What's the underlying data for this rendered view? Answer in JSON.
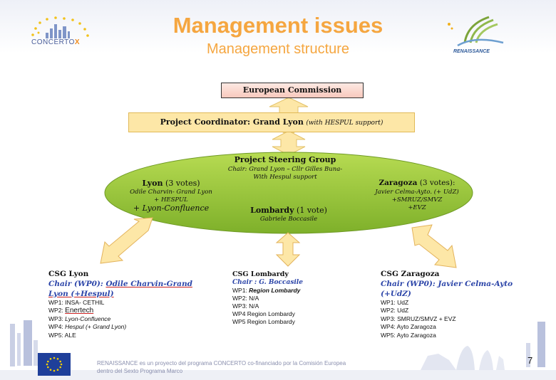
{
  "header": {
    "title": "Management issues",
    "subtitle": "Management structure",
    "left_logo_text": "CONCERTO",
    "left_logo_accent": "X",
    "right_logo_text": "RENAISSANCE"
  },
  "diagram": {
    "european_commission": "European Commission",
    "project_coordinator": {
      "label": "Project Coordinator",
      "value": ": Grand Lyon",
      "note": "(with HESPUL support)"
    },
    "steering_group": {
      "title": "Project Steering Group",
      "chair_line1": "Chair: Grand Lyon –  Cllr Gilles Buna-",
      "chair_line2": "With Hespul support"
    },
    "lyon": {
      "name": "Lyon",
      "votes": "(3 votes)",
      "line1": "Odile Charvin- Grand Lyon",
      "line2": "+ HESPUL",
      "line3": "+ Lyon-Confluence"
    },
    "zaragoza": {
      "name": "Zaragoza",
      "votes": "(3 votes):",
      "line1": "Javier Celma-Ayto. (+ UdZ)",
      "line2": "+SMRUZ/SMVZ",
      "line3": "+EVZ"
    },
    "lombardy": {
      "name": "Lombardy",
      "votes": "(1 vote)",
      "line1": "Gabriele Boccasile"
    }
  },
  "csg_lyon": {
    "title": "CSG Lyon",
    "chair_a": "Chair (WP0): ",
    "chair_b": "Odile Charvin-Grand",
    "chair_c": "Lyon (+Hespul)",
    "wp1": "WP1: INSA- CETHIL",
    "wp2a": "WP2: ",
    "wp2b": "Enertech",
    "wp3a": "WP3: ",
    "wp3b": "Lyon-Confluence",
    "wp4a": "WP4:  ",
    "wp4b": "Hespul (+ Grand Lyon)",
    "wp5": "WP5: ALE"
  },
  "csg_lombardy": {
    "title": "CSG Lombardy",
    "chair": "Chair : G. Boccasile",
    "wp1a": "WP1: ",
    "wp1b": "Region Lombardy",
    "wp2": "WP2: N/A",
    "wp3": "WP3: N/A",
    "wp4": "WP4 Region Lombardy",
    "wp5": "WP5 Region Lombardy"
  },
  "csg_zaragoza": {
    "title": "CSG Zaragoza",
    "chair_a": "Chair (WP0): Javier Celma-Ayto",
    "chair_b": "(+UdZ)",
    "wp1": "WP1: UdZ",
    "wp2": "WP2: UdZ",
    "wp3": "WP3: SMRUZ/SMVZ + EVZ",
    "wp4": "WP4: Ayto Zaragoza",
    "wp5": "WP5: Ayto Zaragoza"
  },
  "footer": {
    "line1": "RENAISSANCE es un proyecto del programa CONCERTO co-financiado por la Comisión Europea",
    "line2": "dentro del Sexto Programa Marco",
    "page_number": "7"
  },
  "colors": {
    "title_orange": "#f5a640",
    "ellipse_green": "#9cc73a",
    "arrow_fill": "#fde7a7",
    "chair_blue": "#2b44a8",
    "ec_pink": "#f8c9bd"
  }
}
